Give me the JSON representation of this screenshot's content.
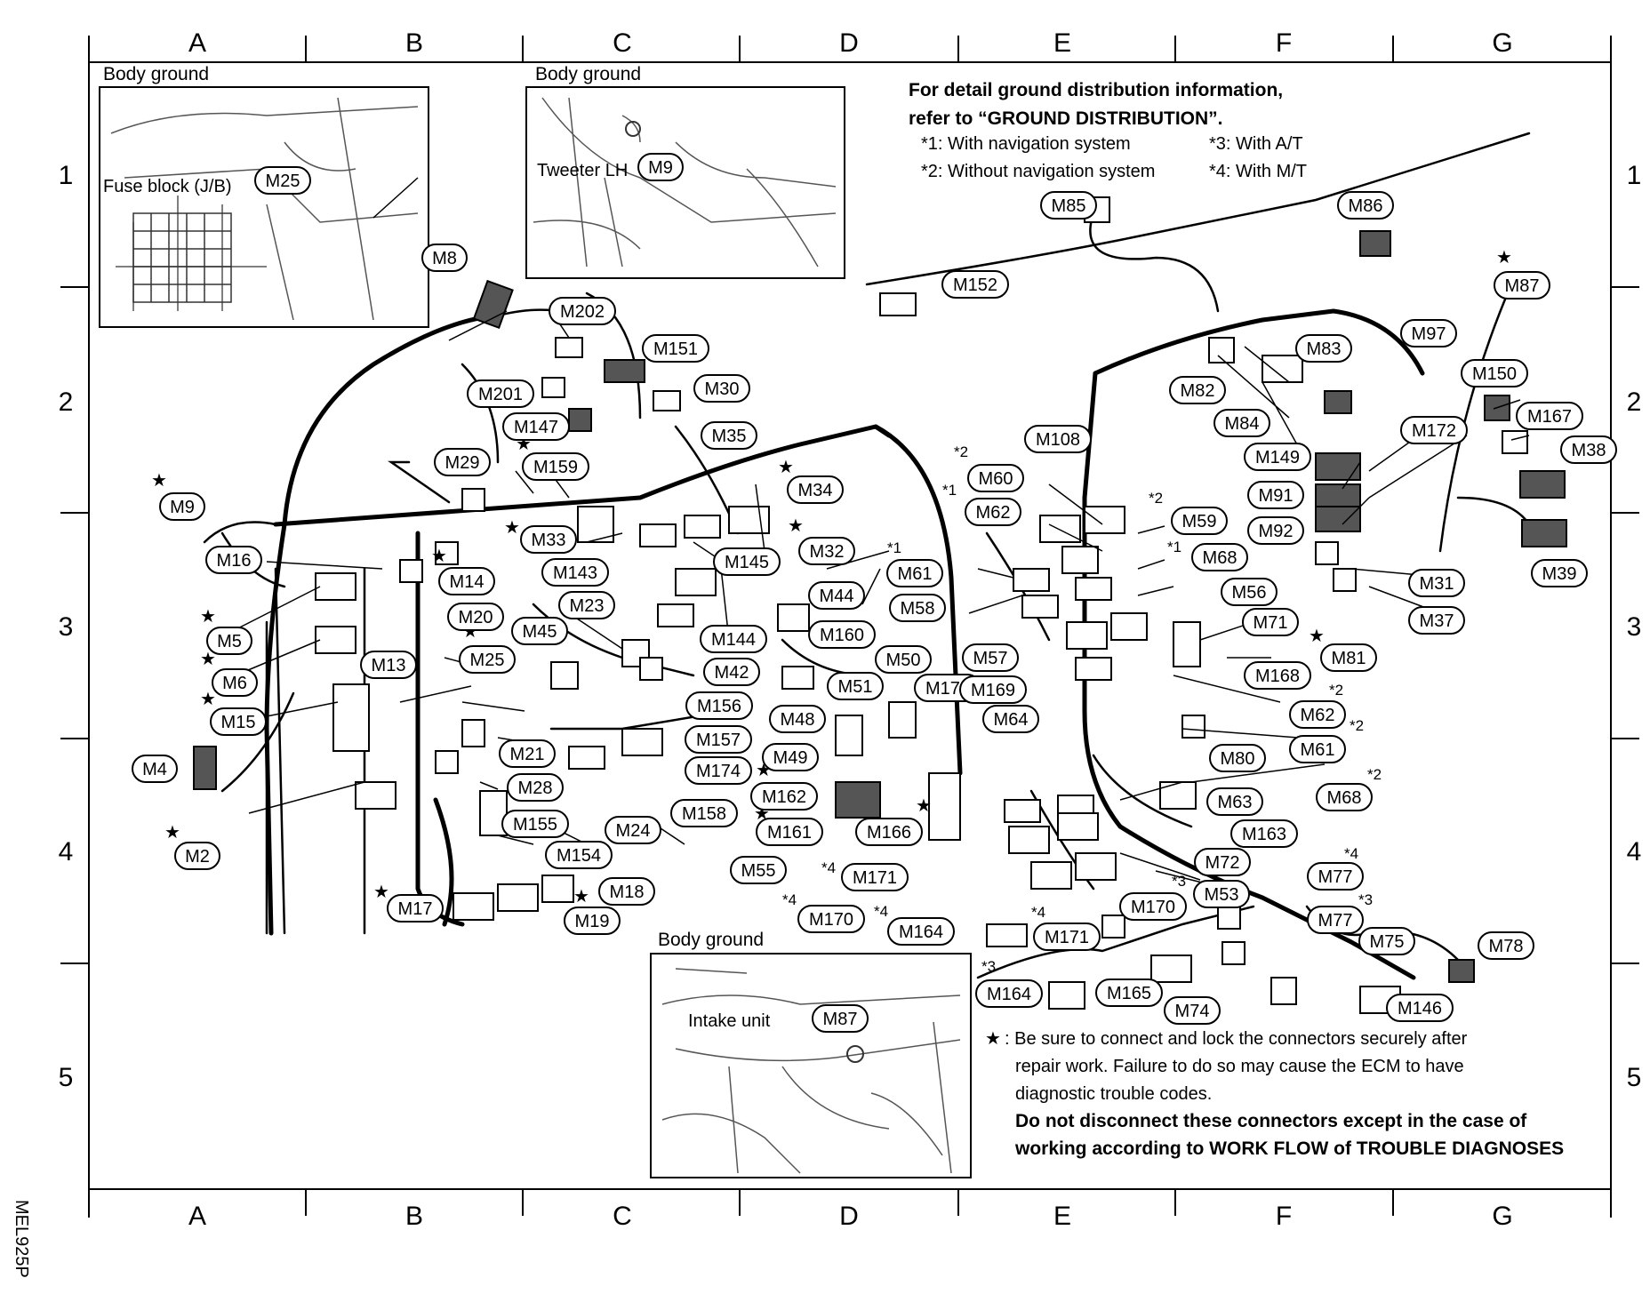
{
  "grid": {
    "columns": [
      "A",
      "B",
      "C",
      "D",
      "E",
      "F",
      "G"
    ],
    "rows": [
      "1",
      "2",
      "3",
      "4",
      "5"
    ]
  },
  "insets": {
    "inset1": {
      "title": "Body ground",
      "fuse_label": "Fuse block (J/B)",
      "connector": "M25"
    },
    "inset2": {
      "title": "Body ground",
      "tweeter_label": "Tweeter LH",
      "connector": "M9"
    },
    "inset3": {
      "title": "Body ground",
      "intake_label": "Intake unit",
      "connector": "M87"
    }
  },
  "notes": {
    "header_line1": "For detail ground distribution information,",
    "header_line2": "refer to “GROUND DISTRIBUTION”.",
    "legend": [
      "*1: With navigation system",
      "*3: With A/T",
      "*2: Without navigation system",
      "*4: With M/T"
    ],
    "footer": {
      "star": "★",
      "line1": ": Be sure to connect and lock the connectors securely after",
      "line2": "repair work. Failure to do so may cause the ECM to have",
      "line3": "diagnostic trouble codes.",
      "line4": "Do not disconnect these connectors except in the case of",
      "line5": "working according to WORK FLOW of TROUBLE DIAGNOSES"
    }
  },
  "figure_id": "MEL925P",
  "connectors": [
    "M8",
    "M202",
    "M152",
    "M85",
    "M86",
    "M87",
    "M151",
    "M30",
    "M201",
    "M147",
    "M35",
    "M29",
    "M159",
    "M34",
    "M9",
    "M33",
    "M16",
    "M14",
    "M143",
    "M32",
    "M145",
    "M61",
    "M5",
    "M23",
    "M44",
    "M20",
    "M6",
    "M45",
    "M144",
    "M160",
    "M13",
    "M25",
    "M42",
    "M50",
    "M15",
    "M156",
    "M51",
    "M173",
    "M48",
    "M4",
    "M21",
    "M157",
    "M49",
    "M28",
    "M174",
    "M162",
    "M155",
    "M158",
    "M161",
    "M166",
    "M24",
    "M2",
    "M154",
    "M55",
    "M171",
    "M18",
    "M17",
    "M19",
    "M170",
    "M164",
    "M108",
    "M60",
    "M62",
    "M59",
    "M68",
    "M56",
    "M58",
    "M71",
    "M57",
    "M169",
    "M64",
    "M81",
    "M168",
    "M97",
    "M83",
    "M82",
    "M84",
    "M149",
    "M91",
    "M92",
    "M172",
    "M150",
    "M167",
    "M38",
    "M39",
    "M31",
    "M37",
    "M80",
    "M63",
    "M163",
    "M72",
    "M53",
    "M77",
    "M75",
    "M78",
    "M146",
    "M74",
    "M165"
  ],
  "star_mark": "★",
  "superscripts": [
    "*1",
    "*2",
    "*3",
    "*4"
  ]
}
